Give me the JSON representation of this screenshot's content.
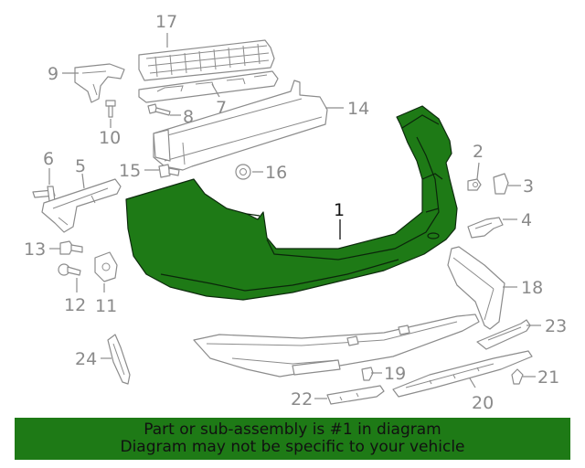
{
  "highlight_color": "#1e7a16",
  "highlighted_part": "1",
  "callouts": {
    "c1": "1",
    "c2": "2",
    "c3": "3",
    "c4": "4",
    "c5": "5",
    "c6": "6",
    "c7": "7",
    "c8": "8",
    "c9": "9",
    "c10": "10",
    "c11": "11",
    "c12": "12",
    "c13": "13",
    "c14": "14",
    "c15": "15",
    "c16": "16",
    "c17": "17",
    "c18": "18",
    "c19": "19",
    "c20": "20",
    "c21": "21",
    "c22": "22",
    "c23": "23",
    "c24": "24"
  },
  "footer": {
    "line1": "Part or sub-assembly is #1 in diagram",
    "line2": "Diagram may not be specific to your vehicle"
  }
}
